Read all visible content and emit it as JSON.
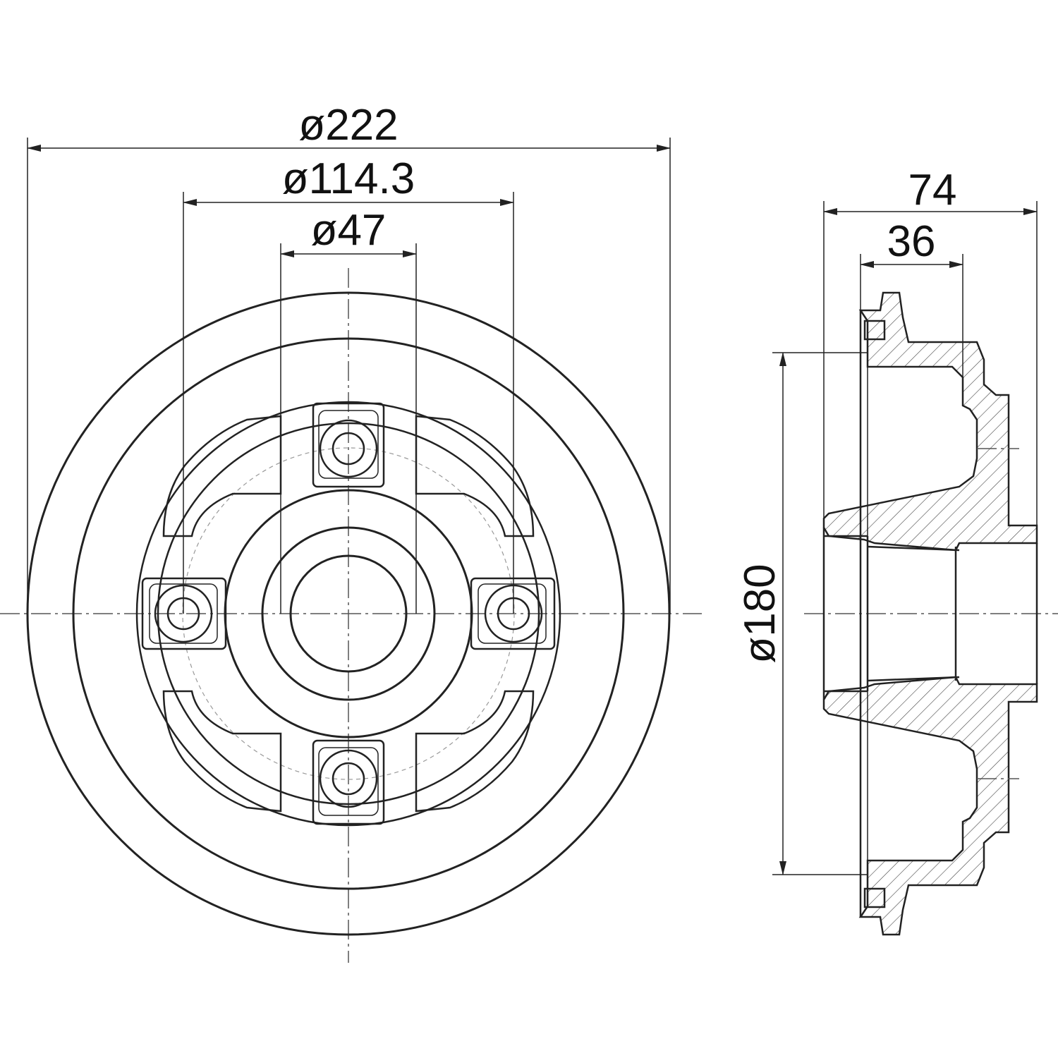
{
  "title": "",
  "front_view": {
    "dimensions": {
      "outer_diameter": "ø222",
      "bolt_circle": "ø114.3",
      "center_bore": "ø47"
    },
    "bolt_holes": 4
  },
  "side_view": {
    "dimensions": {
      "overall_height": "74",
      "hub_height": "36",
      "braking_diameter": "ø180"
    }
  },
  "colors": {
    "line": "#222222",
    "background": "#ffffff",
    "centerline": "#555555"
  }
}
